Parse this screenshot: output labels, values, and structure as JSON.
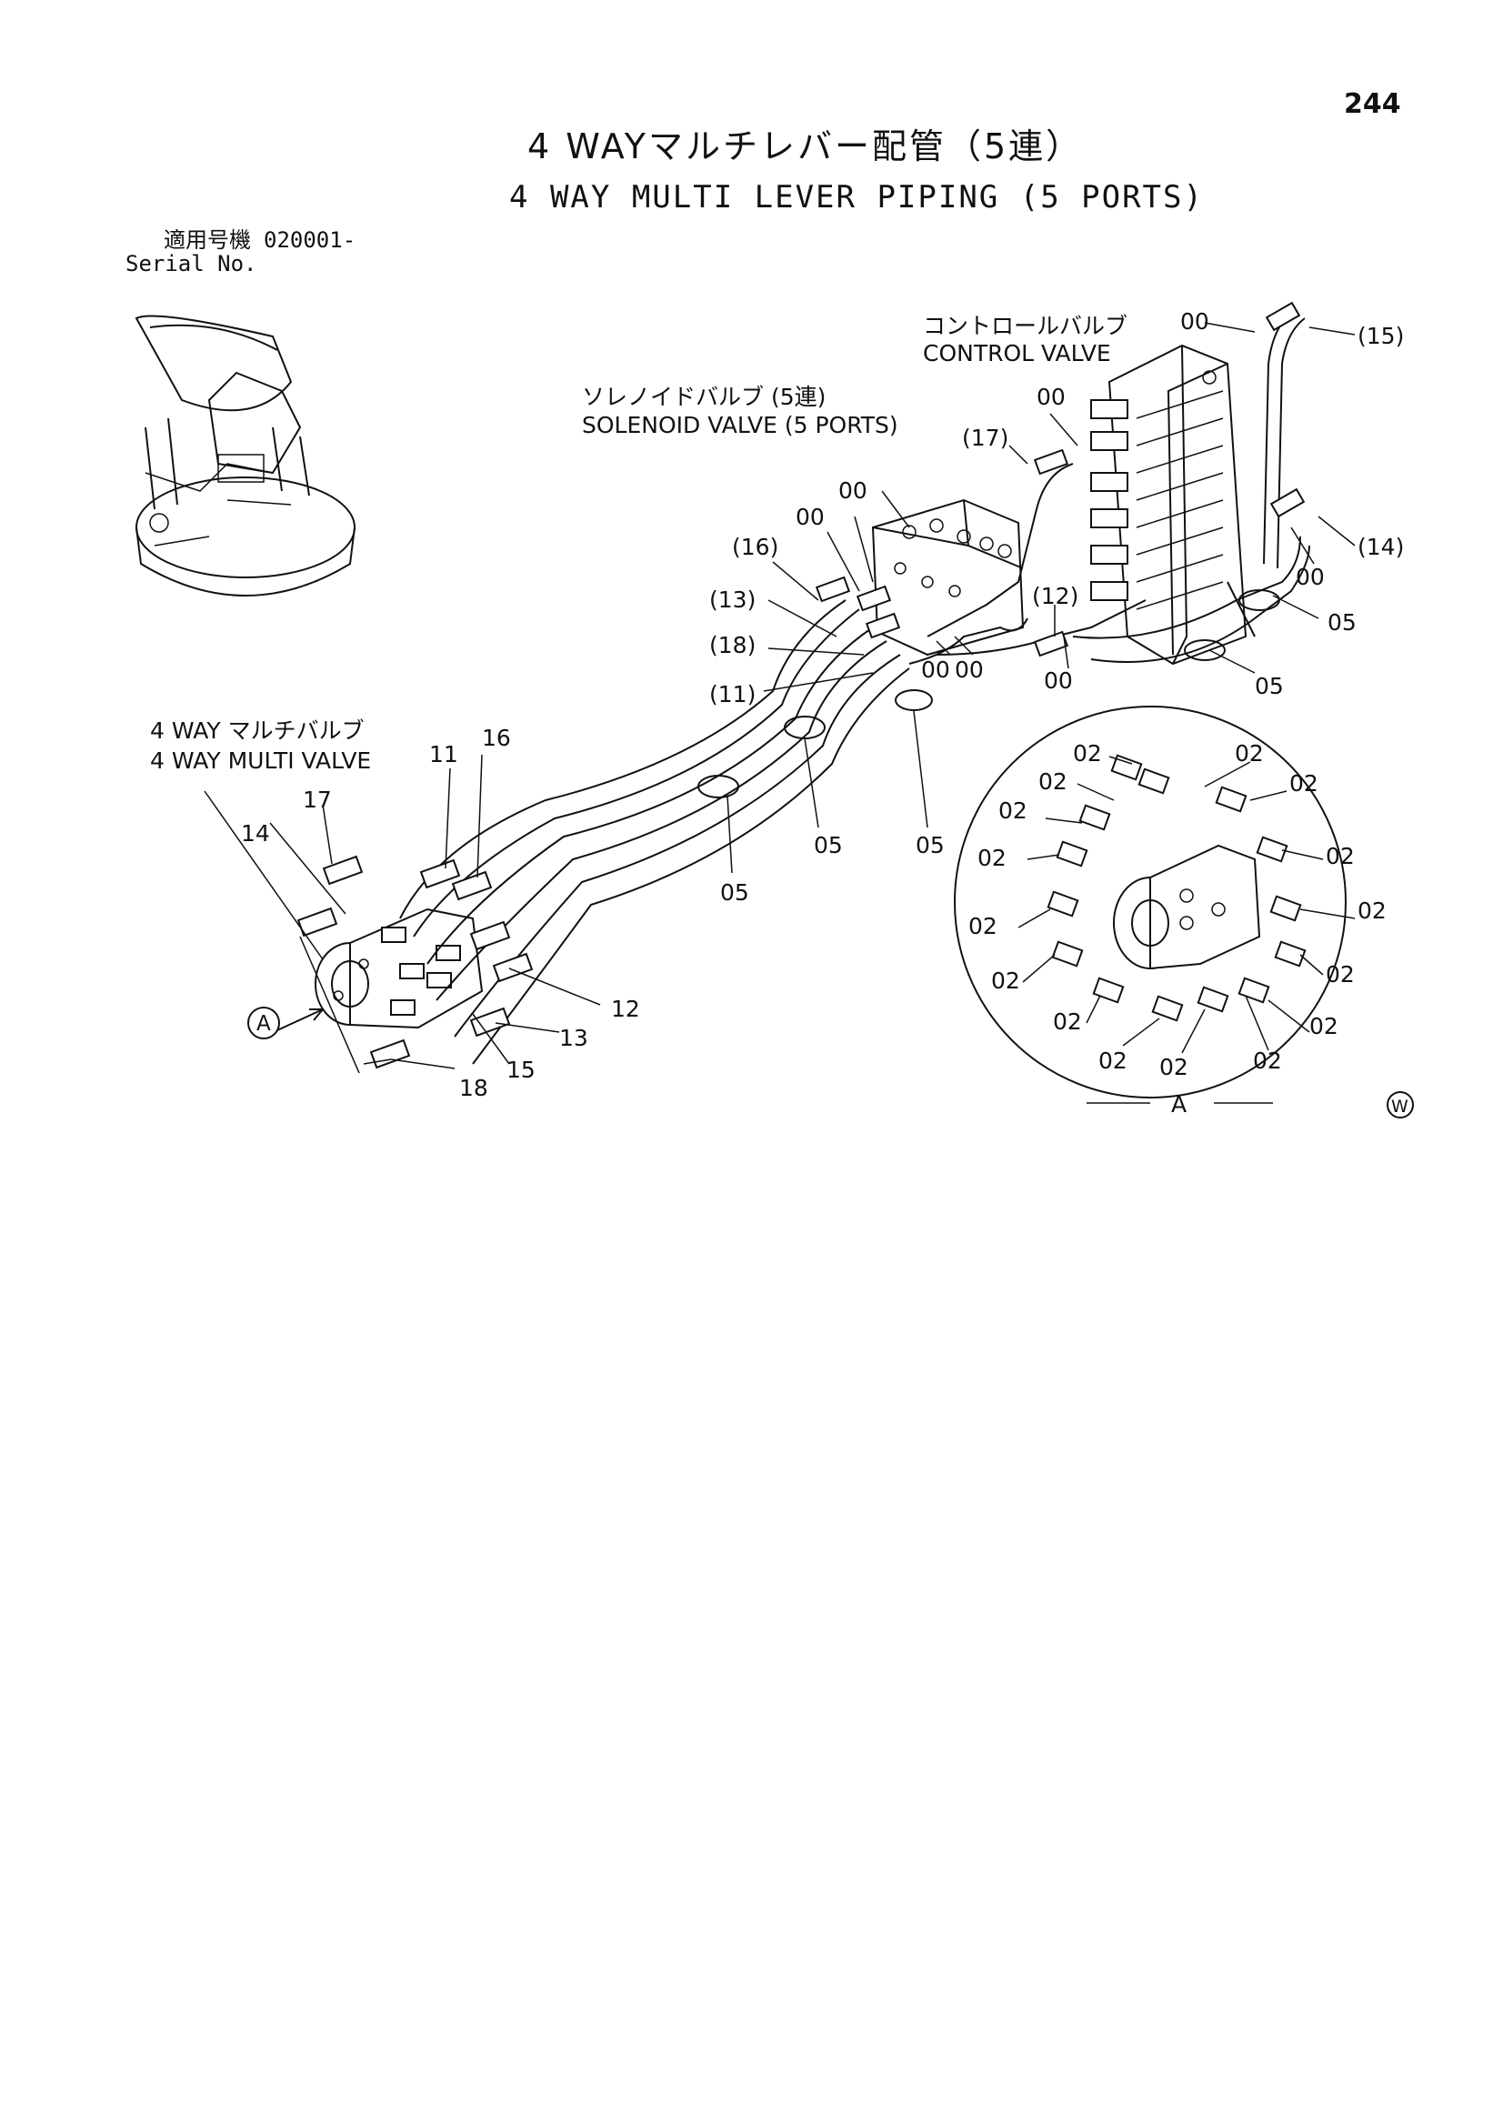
{
  "page_number": "244",
  "title_ja": "4 WAYマルチレバー配管（5連）",
  "title_en": "4 WAY MULTI LEVER PIPING (5 PORTS)",
  "serial": {
    "label_ja": "適用号機",
    "value": "020001-",
    "label_en": "Serial No."
  },
  "components": {
    "control_valve_ja": "コントロールバルブ",
    "control_valve_en": "CONTROL VALVE",
    "solenoid_valve_ja": "ソレノイドバルブ (5連)",
    "solenoid_valve_en": "SOLENOID VALVE (5 PORTS)",
    "multi_valve_ja": "4 WAY マルチバルブ",
    "multi_valve_en": "4 WAY MULTI VALVE"
  },
  "callouts": {
    "p00": "00",
    "p02": "02",
    "p05": "05",
    "p11": "11",
    "p12": "12",
    "p13": "13",
    "p14": "14",
    "p15": "15",
    "p16": "16",
    "p17": "17",
    "p18": "18",
    "p11b": "(11)",
    "p12b": "(12)",
    "p13b": "(13)",
    "p14b": "(14)",
    "p15b": "(15)",
    "p16b": "(16)",
    "p17b": "(17)",
    "p18b": "(18)"
  },
  "view_marker": "A",
  "detail_view_label": "A",
  "mark_w": "W"
}
